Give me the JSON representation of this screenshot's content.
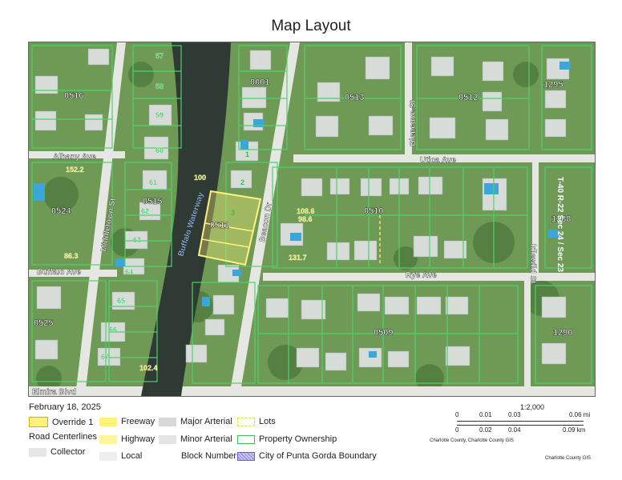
{
  "title": "Map Layout",
  "date": "February 18, 2025",
  "legend": {
    "override": "Override 1",
    "freeway": "Freeway",
    "major_arterial": "Major Arterial",
    "lots": "Lots",
    "road_centerlines": "Road Centerlines",
    "highway": "Highway",
    "minor_arterial": "Minor Arterial",
    "property_ownership": "Property Ownership",
    "collector": "Collector",
    "local": "Local",
    "block_number": "Block Number",
    "city_boundary": "City of Punta Gorda Boundary"
  },
  "scale": {
    "ratio": "1:2,000",
    "mi_ticks": [
      "0",
      "0.01",
      "0.03",
      "0.06 mi"
    ],
    "km_ticks": [
      "0",
      "0.02",
      "0.04",
      "0.09 km"
    ],
    "credit_left": "Charlotte County, Charlotte County GIS",
    "credit_right": "Charlotte County GIS"
  },
  "map": {
    "streets": {
      "albany": "Albany Ave",
      "utica": "Utica Ave",
      "middletown": "Middletown St",
      "buffalo_ave": "Buffalo Ave",
      "buffalo_waterway": "Buffalo Waterway",
      "beacon": "Beacon Dr",
      "glencove": "Glencove St",
      "idlewild": "Idlewild St",
      "rye": "Rye Ave",
      "elmira": "Elmira Blvd"
    },
    "blocks": {
      "b0516": "0516",
      "b0001": "0001",
      "b0513": "0513",
      "b0512": "0512",
      "b1295": "1295",
      "b0515": "0515",
      "b0524": "0524",
      "b0511": "0511",
      "b0510": "0510",
      "b1288": "1288",
      "b0525": "0525",
      "b0509": "0509",
      "b1290": "1290"
    },
    "section_label": "T-40 R-22 Sec 24 / Sec 23",
    "lot_numbers": {
      "l1": "57",
      "l2": "58",
      "l3": "59",
      "l4": "60",
      "l5": "61",
      "l6": "62",
      "l7": "63",
      "l8": "64",
      "l9": "65",
      "l10": "66",
      "l11": "67",
      "l12": "100",
      "l13": "102.4",
      "l14": "108.6",
      "l15": "98.6",
      "l16": "131.7",
      "l17": "86.3",
      "l18": "152.2"
    },
    "subject_lots": {
      "a": "3",
      "b": "2",
      "c": "1"
    }
  },
  "colors": {
    "lot_outline": "#4fd06a",
    "subject_fill": "#fff27a",
    "road": "#e6e6e2",
    "water": "#2e3a33",
    "block_text": "#ffffff",
    "lot_text": "#26c44d"
  }
}
